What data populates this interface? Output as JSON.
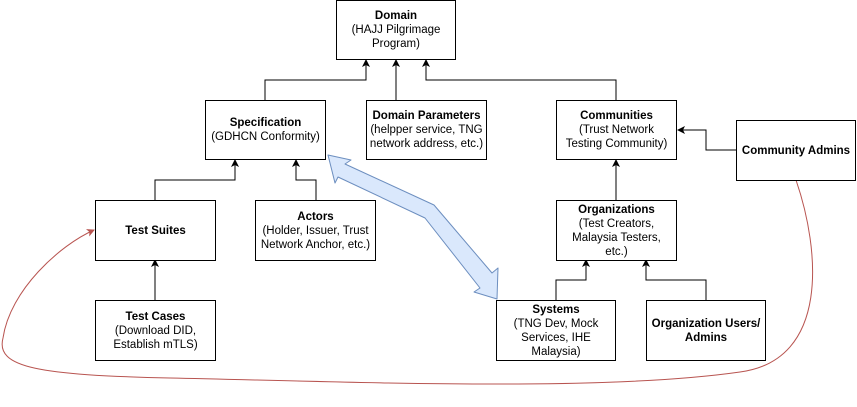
{
  "diagram": {
    "nodes": {
      "domain": {
        "title": "Domain",
        "desc": "(HAJJ Pilgrimage\nProgram)"
      },
      "specification": {
        "title": "Specification",
        "desc": "(GDHCN Conformity)"
      },
      "domain_parameters": {
        "title": "Domain Parameters",
        "desc": "(helpper service, TNG\nnetwork address, etc.)"
      },
      "communities": {
        "title": "Communities",
        "desc": "(Trust Network\nTesting Community)"
      },
      "community_admins": {
        "title": "Community Admins",
        "desc": ""
      },
      "test_suites": {
        "title": "Test Suites",
        "desc": ""
      },
      "actors": {
        "title": "Actors",
        "desc": "(Holder, Issuer, Trust\nNetwork Anchor, etc.)"
      },
      "organizations": {
        "title": "Organizations",
        "desc": "(Test Creators,\nMalaysia Testers,\netc.)"
      },
      "test_cases": {
        "title": "Test Cases",
        "desc": "(Download DID,\nEstablish mTLS)"
      },
      "systems": {
        "title": "Systems",
        "desc": "(TNG Dev, Mock\nServices, IHE\nMalaysia)"
      },
      "organization_users": {
        "title": "Organization Users/\nAdmins",
        "desc": ""
      }
    },
    "colors": {
      "line": "#000000",
      "curve": "#b85450",
      "double_arrow_fill": "#dae8fc",
      "double_arrow_stroke": "#6c8ebf"
    }
  }
}
